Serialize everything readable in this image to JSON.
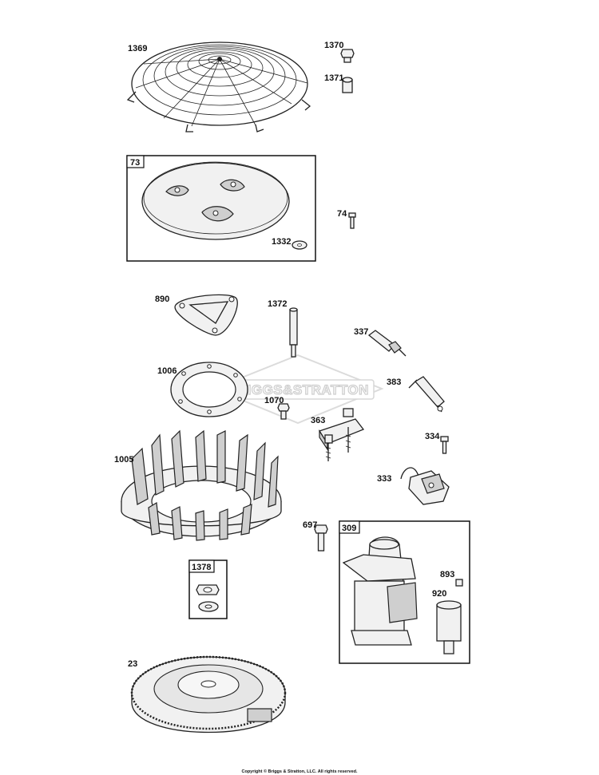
{
  "watermark": "BRIGGS&STRATTON",
  "copyright": "Copyright © Briggs & Stratton, LLC. All rights reserved.",
  "parts": [
    {
      "id": "p1369",
      "number": "1369"
    },
    {
      "id": "p1370",
      "number": "1370"
    },
    {
      "id": "p1371",
      "number": "1371"
    },
    {
      "id": "p73",
      "number": "73"
    },
    {
      "id": "p74",
      "number": "74"
    },
    {
      "id": "p1332",
      "number": "1332"
    },
    {
      "id": "p890",
      "number": "890"
    },
    {
      "id": "p1372",
      "number": "1372"
    },
    {
      "id": "p337",
      "number": "337"
    },
    {
      "id": "p1006",
      "number": "1006"
    },
    {
      "id": "p383",
      "number": "383"
    },
    {
      "id": "p1070",
      "number": "1070"
    },
    {
      "id": "p363",
      "number": "363"
    },
    {
      "id": "p334",
      "number": "334"
    },
    {
      "id": "p1005",
      "number": "1005"
    },
    {
      "id": "p333",
      "number": "333"
    },
    {
      "id": "p697",
      "number": "697"
    },
    {
      "id": "p309",
      "number": "309"
    },
    {
      "id": "p893",
      "number": "893"
    },
    {
      "id": "p920",
      "number": "920"
    },
    {
      "id": "p1378",
      "number": "1378"
    },
    {
      "id": "p23",
      "number": "23"
    }
  ]
}
